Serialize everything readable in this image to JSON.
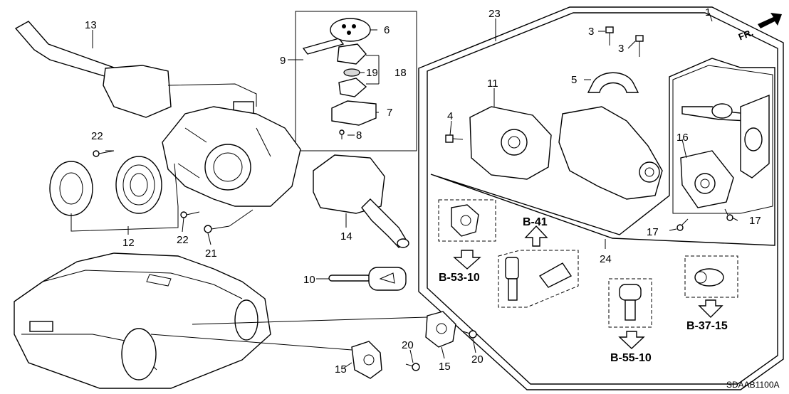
{
  "diagram_code": "SDAAB1100A",
  "front_indicator": "FR.",
  "callouts": {
    "c1": "1",
    "c3a": "3",
    "c3b": "3",
    "c4": "4",
    "c5": "5",
    "c6": "6",
    "c7": "7",
    "c8": "8",
    "c9": "9",
    "c10": "10",
    "c11": "11",
    "c12": "12",
    "c13": "13",
    "c14": "14",
    "c15a": "15",
    "c15b": "15",
    "c16": "16",
    "c17a": "17",
    "c17b": "17",
    "c18": "18",
    "c19": "19",
    "c20a": "20",
    "c20b": "20",
    "c21": "21",
    "c22a": "22",
    "c22b": "22",
    "c23": "23",
    "c24": "24"
  },
  "references": {
    "b41": "B-41",
    "b5310": "B-53-10",
    "b5510": "B-55-10",
    "b3715": "B-37-15"
  }
}
